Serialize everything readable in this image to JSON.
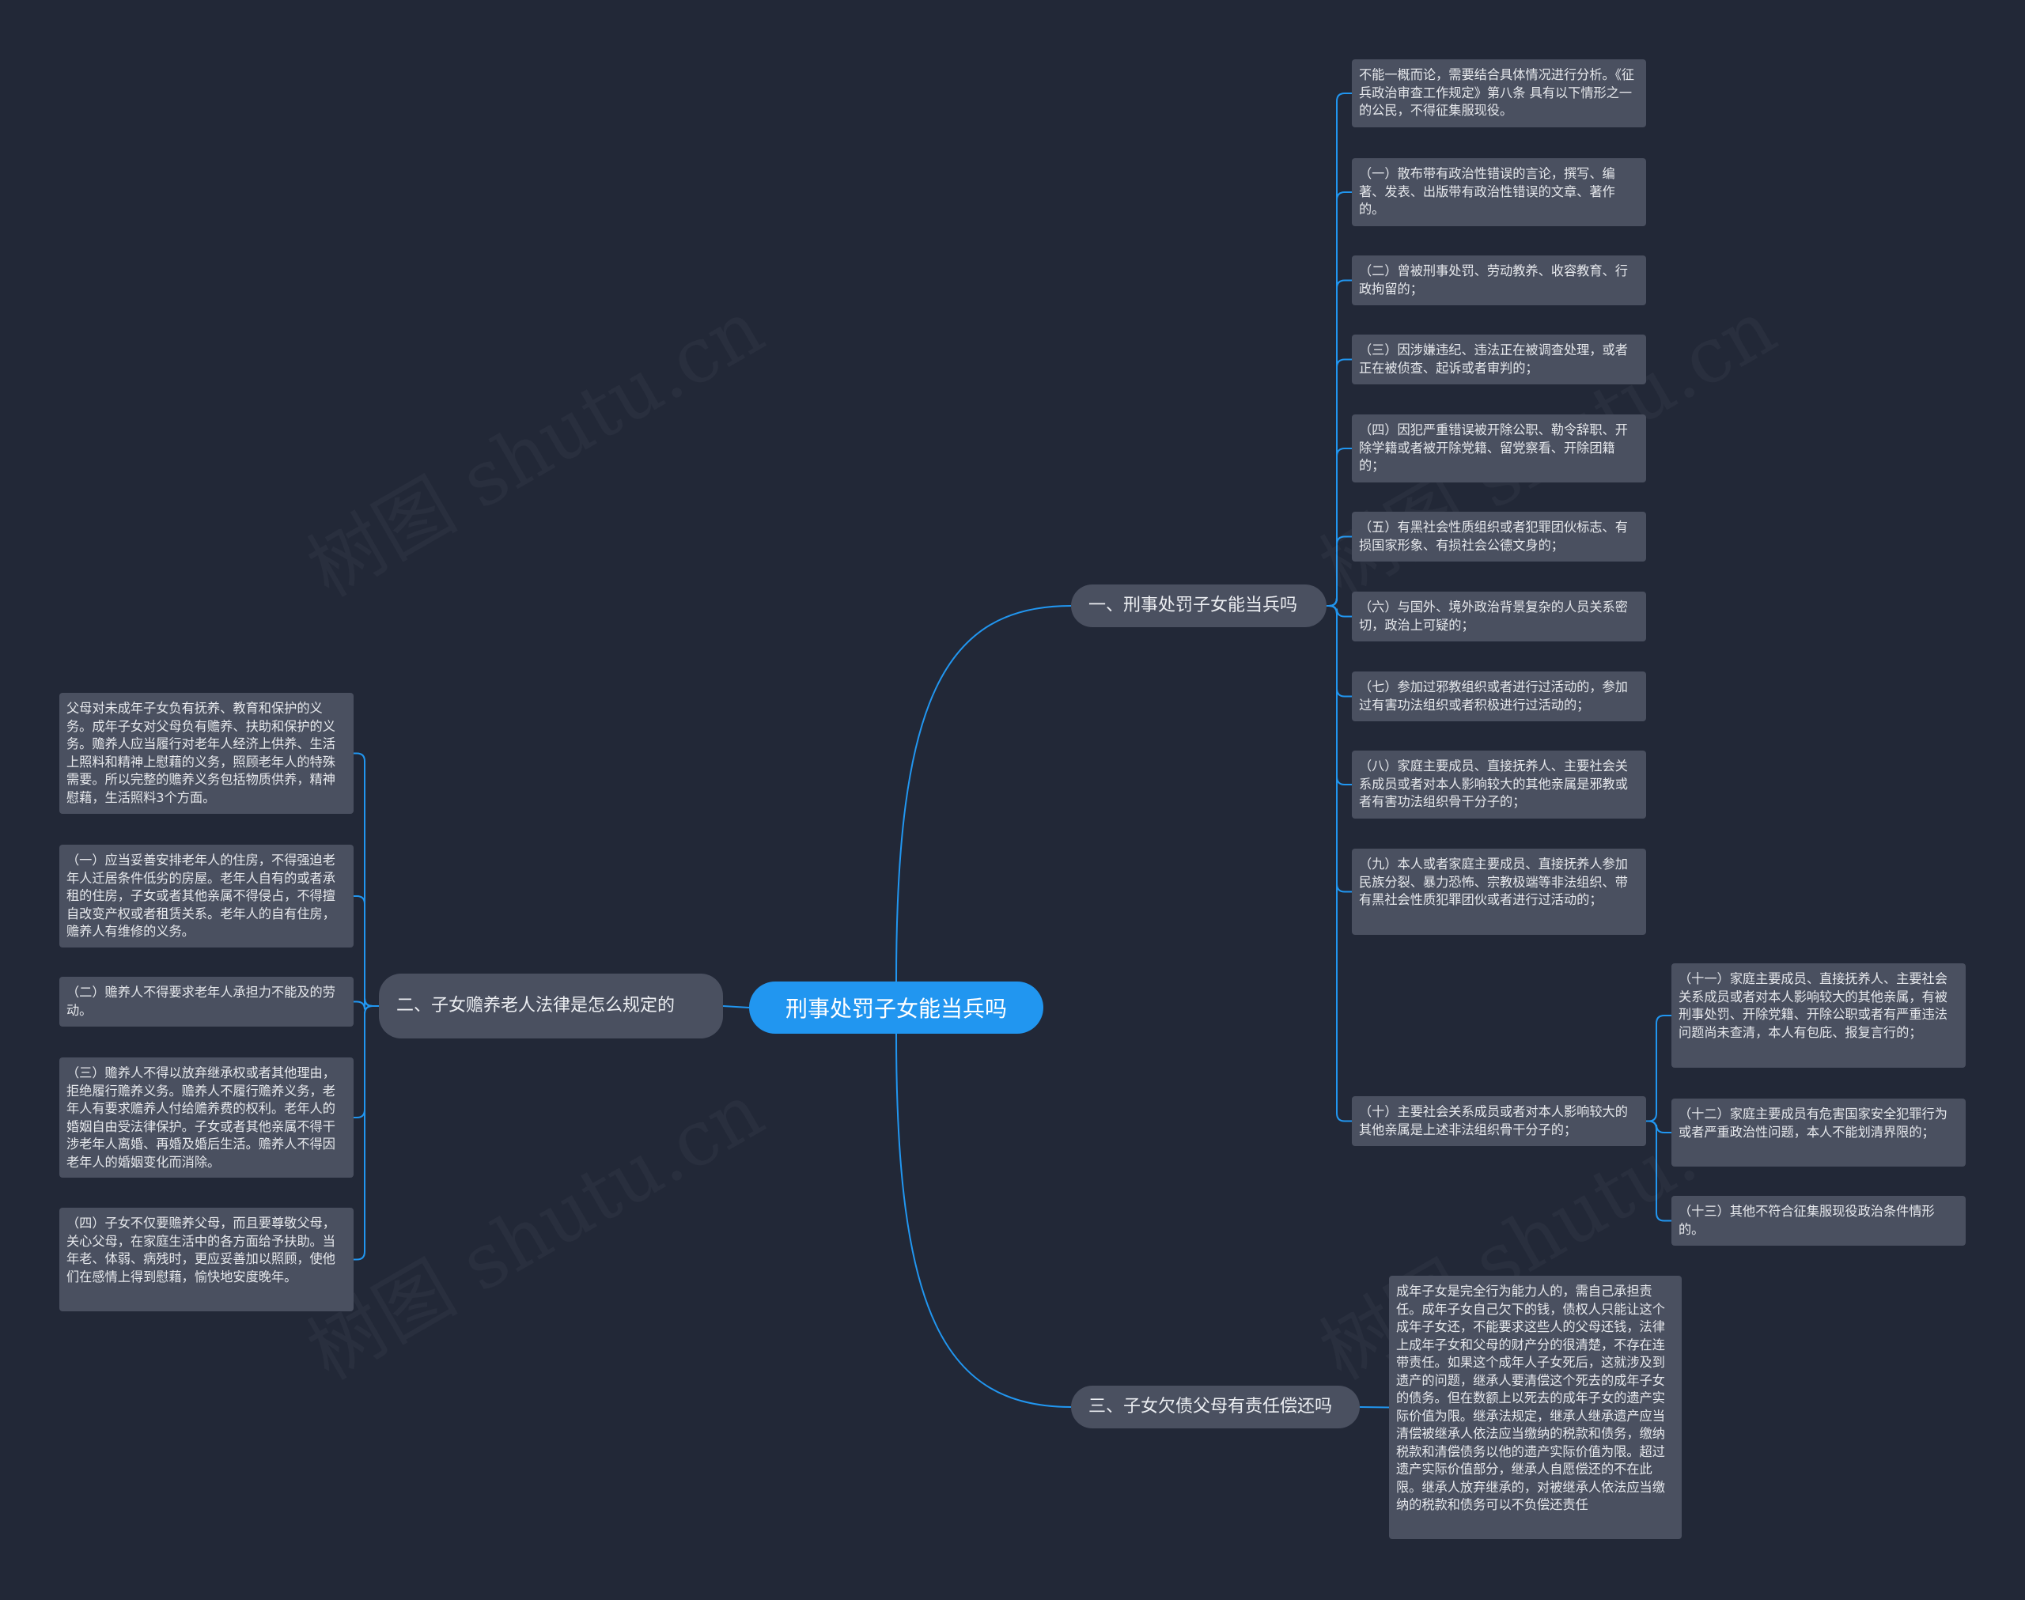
{
  "root": {
    "title": "刑事处罚子女能当兵吗"
  },
  "branches": [
    {
      "label": "一、刑事处罚子女能当兵吗",
      "leaves": [
        "不能一概而论，需要结合具体情况进行分析。《征兵政治审查工作规定》第八条 具有以下情形之一的公民，不得征集服现役。",
        "（一）散布带有政治性错误的言论，撰写、编著、发表、出版带有政治性错误的文章、著作的。",
        "（二）曾被刑事处罚、劳动教养、收容教育、行政拘留的；",
        "（三）因涉嫌违纪、违法正在被调查处理，或者正在被侦查、起诉或者审判的；",
        "（四）因犯严重错误被开除公职、勒令辞职、开除学籍或者被开除党籍、留党察看、开除团籍的；",
        "（五）有黑社会性质组织或者犯罪团伙标志、有损国家形象、有损社会公德文身的；",
        "（六）与国外、境外政治背景复杂的人员关系密切，政治上可疑的；",
        "（七）参加过邪教组织或者进行过活动的，参加过有害功法组织或者积极进行过活动的；",
        "（八）家庭主要成员、直接抚养人、主要社会关系成员或者对本人影响较大的其他亲属是邪教或者有害功法组织骨干分子的；",
        "（九）本人或者家庭主要成员、直接抚养人参加民族分裂、暴力恐怖、宗教极端等非法组织、带有黑社会性质犯罪团伙或者进行过活动的；",
        "（十）主要社会关系成员或者对本人影响较大的其他亲属是上述非法组织骨干分子的；"
      ],
      "subleaves": [
        "（十一）家庭主要成员、直接抚养人、主要社会关系成员或者对本人影响较大的其他亲属，有被刑事处罚、开除党籍、开除公职或者有严重违法问题尚未查清，本人有包庇、报复言行的；",
        "（十二）家庭主要成员有危害国家安全犯罪行为或者严重政治性问题，本人不能划清界限的；",
        "（十三）其他不符合征集服现役政治条件情形的。"
      ]
    },
    {
      "label": "二、子女赡养老人法律是怎么规定的",
      "leaves": [
        "父母对未成年子女负有抚养、教育和保护的义务。成年子女对父母负有赡养、扶助和保护的义务。赡养人应当履行对老年人经济上供养、生活上照料和精神上慰藉的义务，照顾老年人的特殊需要。所以完整的赡养义务包括物质供养，精神慰藉，生活照料3个方面。",
        "（一）应当妥善安排老年人的住房，不得强迫老年人迁居条件低劣的房屋。老年人自有的或者承租的住房，子女或者其他亲属不得侵占，不得擅自改变产权或者租赁关系。老年人的自有住房，赡养人有维修的义务。",
        "（二）赡养人不得要求老年人承担力不能及的劳动。",
        "（三）赡养人不得以放弃继承权或者其他理由，拒绝履行赡养义务。赡养人不履行赡养义务，老年人有要求赡养人付给赡养费的权利。老年人的婚姻自由受法律保护。子女或者其他亲属不得干涉老年人离婚、再婚及婚后生活。赡养人不得因老年人的婚姻变化而消除。",
        "（四）子女不仅要赡养父母，而且要尊敬父母，关心父母，在家庭生活中的各方面给予扶助。当年老、体弱、病残时，更应妥善加以照顾，使他们在感情上得到慰藉，愉快地安度晚年。"
      ]
    },
    {
      "label": "三、子女欠债父母有责任偿还吗",
      "leaves": [
        "成年子女是完全行为能力人的，需自己承担责任。成年子女自己欠下的钱，债权人只能让这个成年子女还，不能要求这些人的父母还钱，法律上成年子女和父母的财产分的很清楚，不存在连带责任。如果这个成年人子女死后，这就涉及到遗产的问题，继承人要清偿这个死去的成年子女的债务。但在数额上以死去的成年子女的遗产实际价值为限。继承法规定，继承人继承遗产应当清偿被继承人依法应当缴纳的税款和债务，缴纳税款和清偿债务以他的遗产实际价值为限。超过遗产实际价值部分，继承人自愿偿还的不在此限。继承人放弃继承的，对被继承人依法应当缴纳的税款和债务可以不负偿还责任"
      ]
    }
  ],
  "watermark": "树图 shutu.cn",
  "colors": {
    "background": "#222837",
    "root": "#2196f0",
    "node": "#4a5060",
    "line": "#2196f0"
  }
}
